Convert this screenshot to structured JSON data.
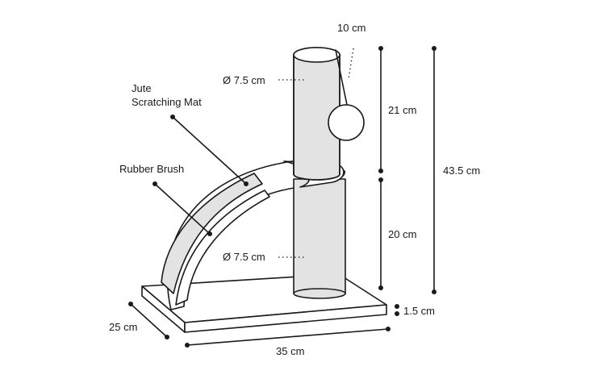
{
  "labels": {
    "ball_string": "10 cm",
    "post_top_diameter": "Ø 7.5 cm",
    "post_bottom_diameter": "Ø 7.5 cm",
    "jute_line1": "Jute",
    "jute_line2": "Scratching Mat",
    "rubber_brush": "Rubber Brush",
    "upper_height": "21 cm",
    "lower_height": "20 cm",
    "total_height": "43.5 cm",
    "base_thickness": "1.5 cm",
    "depth": "25 cm",
    "width": "35 cm"
  },
  "colors": {
    "stroke": "#1a1a1a",
    "post_fill": "#e3e3e3",
    "background": "#ffffff"
  }
}
